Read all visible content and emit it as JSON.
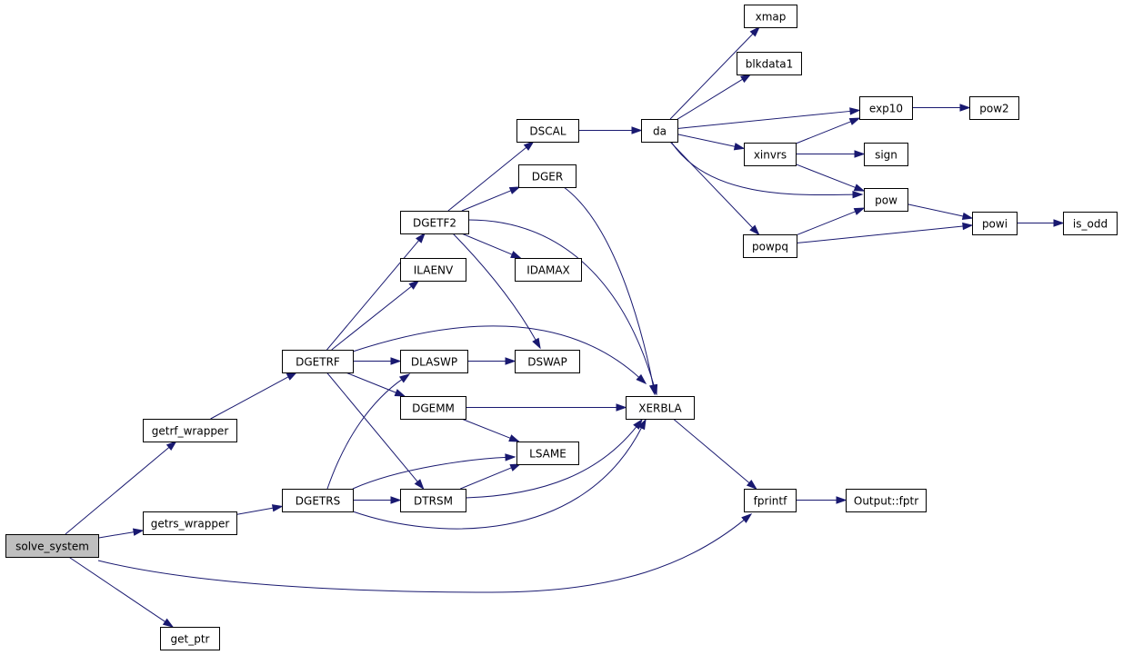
{
  "diagram": {
    "edge_color": "#191970",
    "root_fill": "#bfbfbf",
    "nodes": [
      {
        "id": "solve_system",
        "label": "solve_system",
        "root": true
      },
      {
        "id": "getrf_wrapper",
        "label": "getrf_wrapper"
      },
      {
        "id": "getrs_wrapper",
        "label": "getrs_wrapper"
      },
      {
        "id": "get_ptr",
        "label": "get_ptr"
      },
      {
        "id": "DGETRF",
        "label": "DGETRF"
      },
      {
        "id": "DGETRS",
        "label": "DGETRS"
      },
      {
        "id": "DGETF2",
        "label": "DGETF2"
      },
      {
        "id": "ILAENV",
        "label": "ILAENV"
      },
      {
        "id": "DLASWP",
        "label": "DLASWP"
      },
      {
        "id": "DGEMM",
        "label": "DGEMM"
      },
      {
        "id": "DTRSM",
        "label": "DTRSM"
      },
      {
        "id": "DSCAL",
        "label": "DSCAL"
      },
      {
        "id": "DGER",
        "label": "DGER"
      },
      {
        "id": "IDAMAX",
        "label": "IDAMAX"
      },
      {
        "id": "DSWAP",
        "label": "DSWAP"
      },
      {
        "id": "LSAME",
        "label": "LSAME"
      },
      {
        "id": "XERBLA",
        "label": "XERBLA"
      },
      {
        "id": "da",
        "label": "da"
      },
      {
        "id": "xmap",
        "label": "xmap"
      },
      {
        "id": "blkdata1",
        "label": "blkdata1"
      },
      {
        "id": "xinvrs",
        "label": "xinvrs"
      },
      {
        "id": "powpq",
        "label": "powpq"
      },
      {
        "id": "fprintf",
        "label": "fprintf"
      },
      {
        "id": "exp10",
        "label": "exp10"
      },
      {
        "id": "sign",
        "label": "sign"
      },
      {
        "id": "pow",
        "label": "pow"
      },
      {
        "id": "Output_fptr",
        "label": "Output::fptr"
      },
      {
        "id": "pow2",
        "label": "pow2"
      },
      {
        "id": "powi",
        "label": "powi"
      },
      {
        "id": "is_odd",
        "label": "is_odd"
      }
    ],
    "edges": [
      {
        "from": "solve_system",
        "to": "getrf_wrapper"
      },
      {
        "from": "solve_system",
        "to": "getrs_wrapper"
      },
      {
        "from": "solve_system",
        "to": "fprintf"
      },
      {
        "from": "solve_system",
        "to": "get_ptr"
      },
      {
        "from": "getrf_wrapper",
        "to": "DGETRF"
      },
      {
        "from": "DGETRF",
        "to": "DGETF2"
      },
      {
        "from": "DGETRF",
        "to": "ILAENV"
      },
      {
        "from": "DGETRF",
        "to": "XERBLA"
      },
      {
        "from": "DGETRF",
        "to": "DLASWP"
      },
      {
        "from": "DGETRF",
        "to": "DGEMM"
      },
      {
        "from": "DGETRF",
        "to": "DTRSM"
      },
      {
        "from": "DGETF2",
        "to": "DSCAL"
      },
      {
        "from": "DGETF2",
        "to": "DGER"
      },
      {
        "from": "DGETF2",
        "to": "XERBLA"
      },
      {
        "from": "DGETF2",
        "to": "IDAMAX"
      },
      {
        "from": "DGETF2",
        "to": "DSWAP"
      },
      {
        "from": "DSCAL",
        "to": "da"
      },
      {
        "from": "da",
        "to": "xmap"
      },
      {
        "from": "da",
        "to": "blkdata1"
      },
      {
        "from": "da",
        "to": "exp10"
      },
      {
        "from": "da",
        "to": "xinvrs"
      },
      {
        "from": "da",
        "to": "pow"
      },
      {
        "from": "da",
        "to": "powpq"
      },
      {
        "from": "exp10",
        "to": "pow2"
      },
      {
        "from": "xinvrs",
        "to": "exp10"
      },
      {
        "from": "xinvrs",
        "to": "sign"
      },
      {
        "from": "xinvrs",
        "to": "pow"
      },
      {
        "from": "pow",
        "to": "powi"
      },
      {
        "from": "powpq",
        "to": "pow"
      },
      {
        "from": "powpq",
        "to": "powi"
      },
      {
        "from": "powi",
        "to": "is_odd"
      },
      {
        "from": "DGER",
        "to": "XERBLA"
      },
      {
        "from": "DLASWP",
        "to": "DSWAP"
      },
      {
        "from": "DGEMM",
        "to": "XERBLA"
      },
      {
        "from": "DGEMM",
        "to": "LSAME"
      },
      {
        "from": "XERBLA",
        "to": "fprintf"
      },
      {
        "from": "fprintf",
        "to": "Output_fptr"
      },
      {
        "from": "getrs_wrapper",
        "to": "DGETRS"
      },
      {
        "from": "DGETRS",
        "to": "DLASWP"
      },
      {
        "from": "DGETRS",
        "to": "LSAME"
      },
      {
        "from": "DGETRS",
        "to": "DTRSM"
      },
      {
        "from": "DGETRS",
        "to": "XERBLA"
      },
      {
        "from": "DTRSM",
        "to": "LSAME"
      },
      {
        "from": "DTRSM",
        "to": "XERBLA"
      }
    ]
  }
}
